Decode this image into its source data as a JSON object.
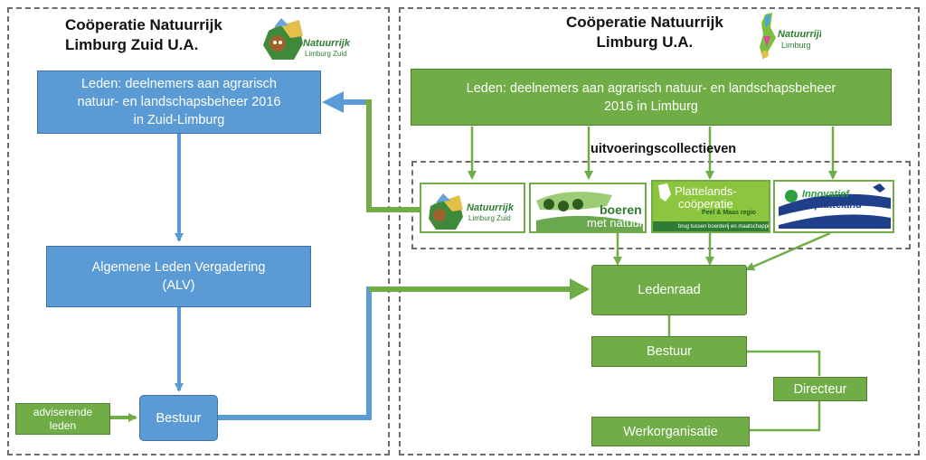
{
  "left": {
    "title_line1": "Coöperatie Natuurrijk",
    "title_line2": "Limburg Zuid U.A.",
    "logo_text_line1": "Natuurrijk",
    "logo_text_line2": "Limburg Zuid",
    "leden_line1": "Leden: deelnemers aan agrarisch",
    "leden_line2": "natuur- en landschapsbeheer 2016",
    "leden_line3": "in Zuid-Limburg",
    "alv_line1": "Algemene Leden Vergadering",
    "alv_line2": "(ALV)",
    "bestuur": "Bestuur",
    "adviserende_line1": "adviserende",
    "adviserende_line2": "leden"
  },
  "right": {
    "title_line1": "Coöperatie Natuurrijk",
    "title_line2": "Limburg U.A.",
    "logo_text_line1": "Natuurrijk",
    "logo_text_line2": "Limburg",
    "leden_line1": "Leden: deelnemers aan agrarisch natuur- en landschapsbeheer",
    "leden_line2": "2016 in Limburg",
    "collectieven_label": "uitvoeringscollectieven",
    "collectives": {
      "c1_line1": "Natuurrijk",
      "c1_line2": "Limburg Zuid",
      "c2_line1": "boeren",
      "c2_line2": "met natuur",
      "c3_line1": "Plattelands-",
      "c3_line2": "coöperatie",
      "c3_line3": "Peel & Maas regio",
      "c3_line4": "brug tussen boerderij en maatschappij",
      "c4_line1": "Innovatief",
      "c4_line2": "platteland"
    },
    "ledenraad": "Ledenraad",
    "bestuur": "Bestuur",
    "directeur": "Directeur",
    "werkorganisatie": "Werkorganisatie"
  },
  "colors": {
    "blue": "#5b9bd5",
    "blue_border": "#41719c",
    "green": "#70ad47",
    "green_border": "#507e32"
  }
}
